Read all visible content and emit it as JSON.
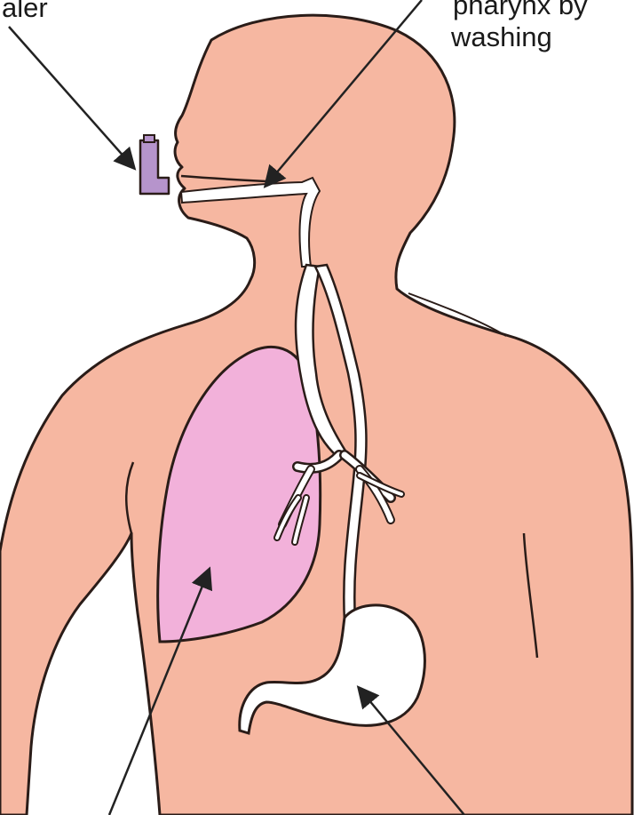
{
  "labels": {
    "inhaler_fragment": "aler",
    "pharynx_line1": "pharynx by",
    "pharynx_line2": "washing"
  },
  "colors": {
    "skin": "#f6b7a1",
    "lung": "#f2b1da",
    "inhaler": "#b694cc",
    "outline": "#2a1c18",
    "airway": "#ffffff",
    "arrow": "#222222"
  }
}
